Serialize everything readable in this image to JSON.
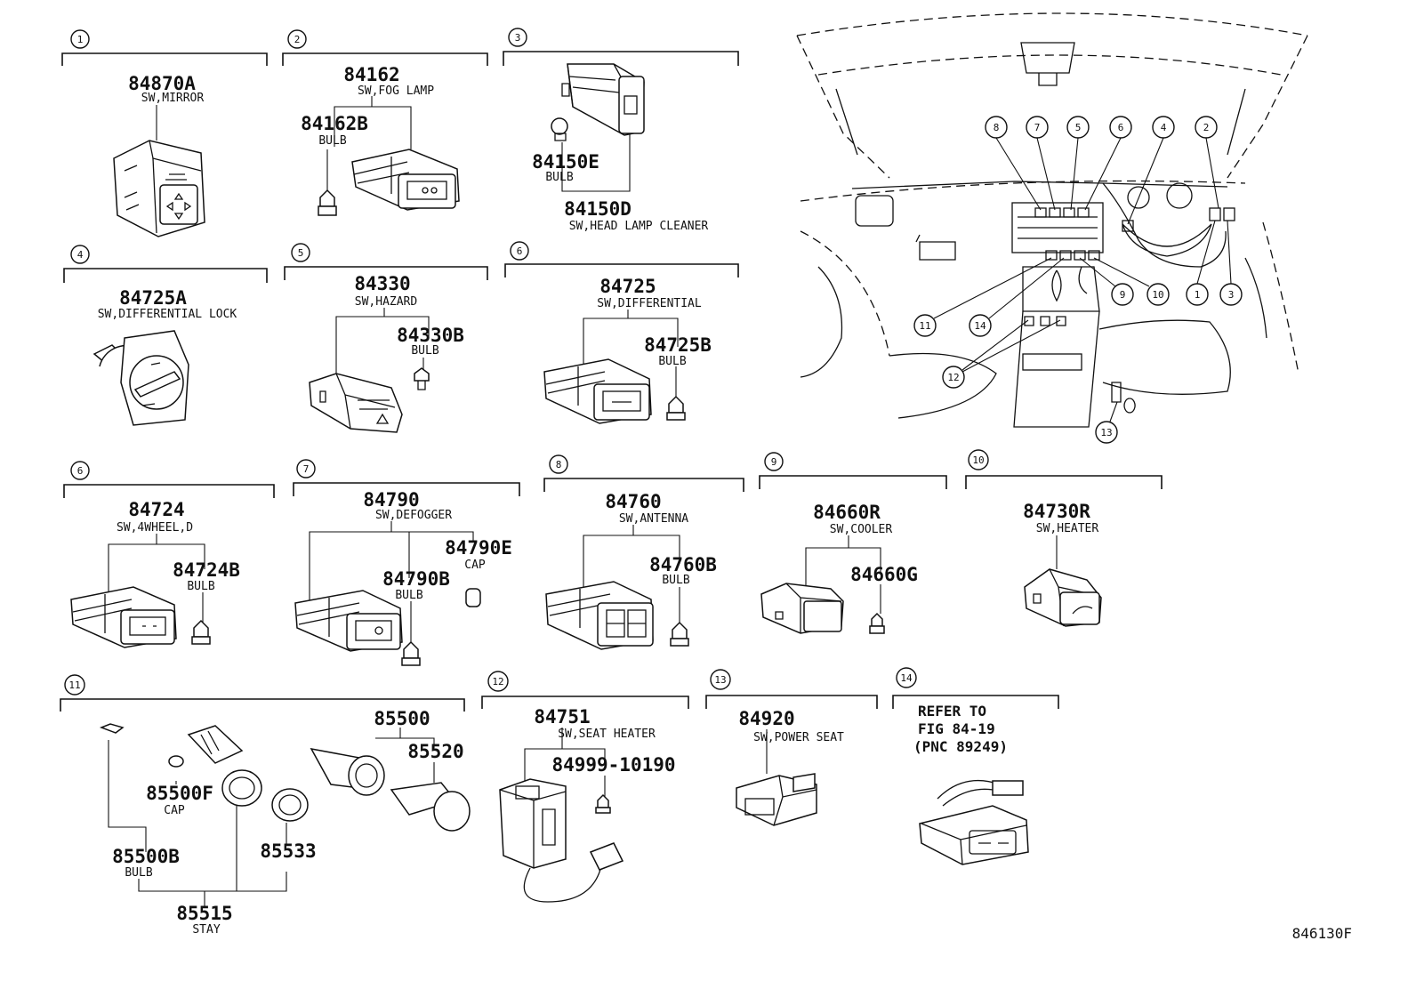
{
  "sections": [
    {
      "num": "1",
      "parts": [
        {
          "pn": "84870A",
          "desc": "SW,MIRROR"
        }
      ]
    },
    {
      "num": "2",
      "parts": [
        {
          "pn": "84162",
          "desc": "SW,FOG LAMP"
        },
        {
          "pn": "84162B",
          "desc": "BULB"
        }
      ]
    },
    {
      "num": "3",
      "parts": [
        {
          "pn": "84150E",
          "desc": "BULB"
        },
        {
          "pn": "84150D",
          "desc": "SW,HEAD LAMP CLEANER"
        }
      ]
    },
    {
      "num": "4",
      "parts": [
        {
          "pn": "84725A",
          "desc": "SW,DIFFERENTIAL LOCK"
        }
      ]
    },
    {
      "num": "5",
      "parts": [
        {
          "pn": "84330",
          "desc": "SW,HAZARD"
        },
        {
          "pn": "84330B",
          "desc": "BULB"
        }
      ]
    },
    {
      "num": "6",
      "parts": [
        {
          "pn": "84725",
          "desc": "SW,DIFFERENTIAL"
        },
        {
          "pn": "84725B",
          "desc": "BULB"
        }
      ]
    },
    {
      "num": "6",
      "parts": [
        {
          "pn": "84724",
          "desc": "SW,4WHEEL,D"
        },
        {
          "pn": "84724B",
          "desc": "BULB"
        }
      ]
    },
    {
      "num": "7",
      "parts": [
        {
          "pn": "84790",
          "desc": "SW,DEFOGGER"
        },
        {
          "pn": "84790E",
          "desc": "CAP"
        },
        {
          "pn": "84790B",
          "desc": "BULB"
        }
      ]
    },
    {
      "num": "8",
      "parts": [
        {
          "pn": "84760",
          "desc": "SW,ANTENNA"
        },
        {
          "pn": "84760B",
          "desc": "BULB"
        }
      ]
    },
    {
      "num": "9",
      "parts": [
        {
          "pn": "84660R",
          "desc": "SW,COOLER"
        },
        {
          "pn": "84660G",
          "desc": ""
        }
      ]
    },
    {
      "num": "10",
      "parts": [
        {
          "pn": "84730R",
          "desc": "SW,HEATER"
        }
      ]
    },
    {
      "num": "11",
      "parts": [
        {
          "pn": "85500",
          "desc": ""
        },
        {
          "pn": "85520",
          "desc": ""
        },
        {
          "pn": "85500F",
          "desc": "CAP"
        },
        {
          "pn": "85500B",
          "desc": "BULB"
        },
        {
          "pn": "85533",
          "desc": ""
        },
        {
          "pn": "85515",
          "desc": "STAY"
        }
      ]
    },
    {
      "num": "12",
      "parts": [
        {
          "pn": "84751",
          "desc": "SW,SEAT HEATER"
        },
        {
          "pn": "84999-10190",
          "desc": ""
        }
      ]
    },
    {
      "num": "13",
      "parts": [
        {
          "pn": "84920",
          "desc": "SW,POWER SEAT"
        }
      ]
    },
    {
      "num": "14",
      "parts": [
        {
          "pn": "",
          "desc": ""
        }
      ]
    }
  ],
  "reference_note": [
    "REFER TO",
    "FIG 84-19",
    "(PNC 89249)"
  ],
  "locator_numbers": [
    "8",
    "7",
    "5",
    "6",
    "4",
    "2",
    "11",
    "14",
    "9",
    "10",
    "1",
    "3",
    "12",
    "13"
  ],
  "diagram_code": "846130F"
}
